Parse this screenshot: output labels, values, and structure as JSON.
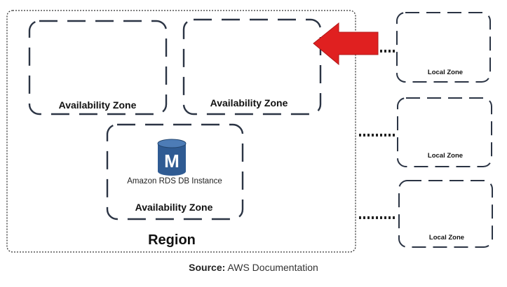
{
  "region": {
    "label": "Region"
  },
  "availability_zones": [
    {
      "label": "Availability Zone"
    },
    {
      "label": "Availability Zone"
    },
    {
      "label": "Availability Zone"
    }
  ],
  "db_instance": {
    "icon_letter": "M",
    "label": "Amazon RDS DB Instance",
    "icon": "database-cylinder-icon"
  },
  "local_zones": [
    {
      "label": "Local Zone"
    },
    {
      "label": "Local Zone"
    },
    {
      "label": "Local Zone"
    }
  ],
  "caption": {
    "prefix": "Source:",
    "text": "AWS Documentation"
  },
  "colors": {
    "zone_border": "#2b3444",
    "region_border": "#333333",
    "arrow": "#e02020",
    "db_icon": "#2f5b93",
    "connector": "#222222"
  }
}
